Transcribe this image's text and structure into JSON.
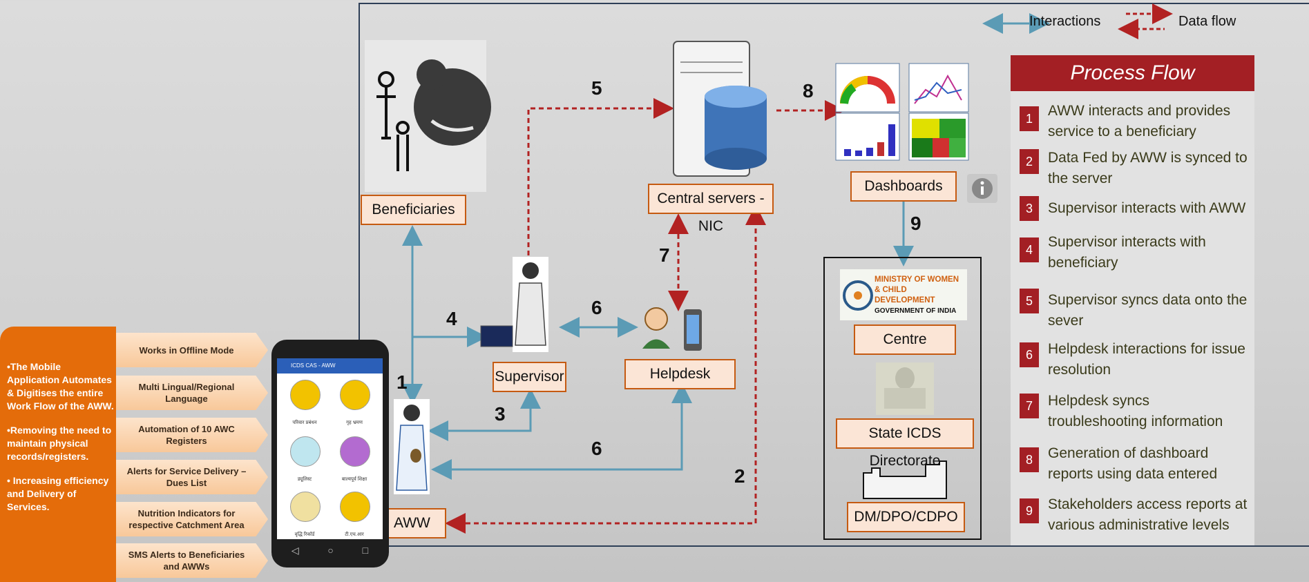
{
  "legend": {
    "interactions": "Interactions",
    "data_flow": "Data flow"
  },
  "nodes": {
    "beneficiaries": "Beneficiaries",
    "central_servers": "Central servers - NIC",
    "dashboards": "Dashboards",
    "supervisor": "Supervisor",
    "helpdesk": "Helpdesk",
    "aww": "AWW",
    "centre": "Centre",
    "state": "State ICDS Directorate",
    "district": "DM/DPO/CDPO"
  },
  "ministry_logo": {
    "line1": "MINISTRY OF WOMEN",
    "line2": "& CHILD DEVELOPMENT",
    "line3": "GOVERNMENT OF INDIA"
  },
  "step_numbers": [
    "1",
    "2",
    "3",
    "4",
    "5",
    "6",
    "6",
    "7",
    "8",
    "9"
  ],
  "process_flow": {
    "title": "Process Flow",
    "steps": [
      {
        "n": "1",
        "text": "AWW interacts and provides service to a beneficiary"
      },
      {
        "n": "2",
        "text": "Data Fed by AWW is synced to the server"
      },
      {
        "n": "3",
        "text": "Supervisor interacts with AWW"
      },
      {
        "n": "4",
        "text": "Supervisor interacts with beneficiary"
      },
      {
        "n": "5",
        "text": "Supervisor syncs data onto the sever"
      },
      {
        "n": "6",
        "text": "Helpdesk interactions for issue resolution"
      },
      {
        "n": "7",
        "text": "Helpdesk syncs troubleshooting information"
      },
      {
        "n": "8",
        "text": "Generation of dashboard reports using data entered"
      },
      {
        "n": "9",
        "text": "Stakeholders access reports at various administrative levels"
      }
    ]
  },
  "left_panel": {
    "bullets": [
      "•The Mobile Application Automates & Digitises the entire Work Flow of the AWW.",
      "•Removing the need to maintain physical records/registers.",
      "• Increasing efficiency and Delivery of Services."
    ]
  },
  "features": [
    "Works in Offline Mode",
    "Multi Lingual/Regional Language",
    "Automation of 10 AWC Registers",
    "Alerts for Service Delivery – Dues List",
    "Nutrition Indicators for respective Catchment Area",
    "SMS Alerts to Beneficiaries and AWWs"
  ],
  "phone_app": {
    "title": "ICDS CAS - AWW",
    "tiles": [
      "परिवार प्रबंधन",
      "गृह भ्रमण",
      "ड्यूलिस्ट",
      "बाल्यपूर्व शिक्षा",
      "वृद्धि रिकॉर्ड",
      "टी.एच.आर"
    ]
  },
  "colors": {
    "interaction": "#5b9bb5",
    "data_flow": "#b22222",
    "accent_red": "#a31f24",
    "orange": "#e46c0a"
  }
}
